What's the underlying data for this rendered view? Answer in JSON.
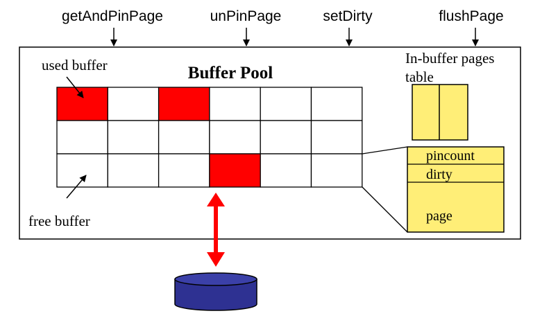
{
  "operations": [
    "getAndPinPage",
    "unPinPage",
    "setDirty",
    "flushPage"
  ],
  "pool_title": "Buffer Pool",
  "labels": {
    "used_buffer": "used buffer",
    "free_buffer": "free buffer"
  },
  "pages_table": {
    "title_line1": "In-buffer pages",
    "title_line2": "table"
  },
  "frame_fields": [
    "pincount",
    "dirty",
    "page"
  ],
  "grid": {
    "rows": 3,
    "cols": 6,
    "used_cells": [
      [
        0,
        0
      ],
      [
        0,
        2
      ],
      [
        2,
        3
      ]
    ]
  },
  "colors": {
    "used_buffer": "#ff0000",
    "table_fill": "#ffee77",
    "arrow": "#ff0000",
    "disk": "#2e3192"
  }
}
